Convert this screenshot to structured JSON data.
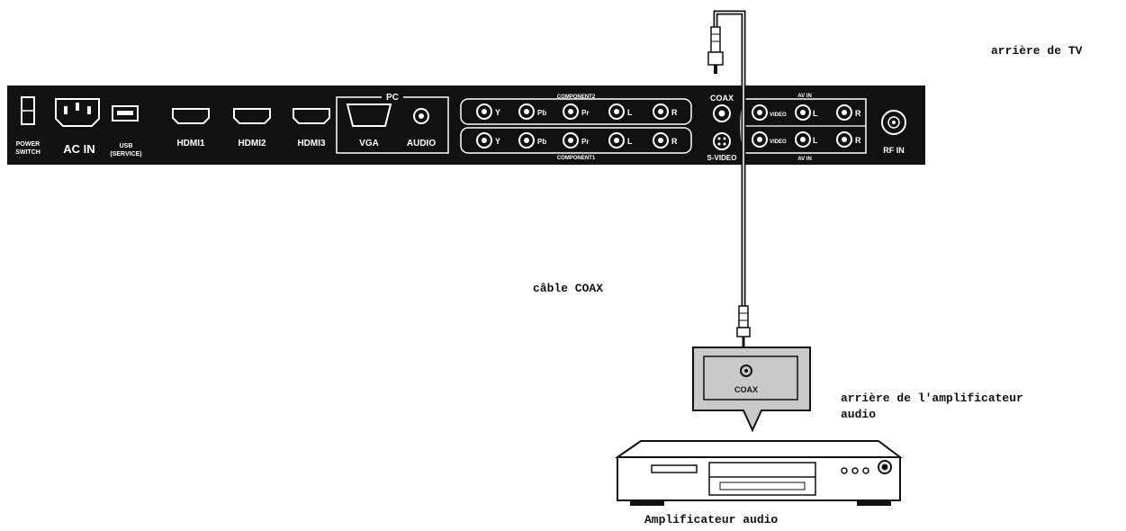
{
  "labels": {
    "tv_back": "arrière de TV",
    "cable": "câble COAX",
    "amp_back_line1": "arrière de l'amplificateur",
    "amp_back_line2": "audio",
    "amplifier": "Amplificateur audio"
  },
  "tv_panel": {
    "power_switch_line1": "POWER",
    "power_switch_line2": "SWITCH",
    "ac_in": "AC IN",
    "usb_line1": "USB",
    "usb_line2": "(SERVICE)",
    "hdmi1": "HDMI1",
    "hdmi2": "HDMI2",
    "hdmi3": "HDMI3",
    "pc": "PC",
    "vga": "VGA",
    "audio": "AUDIO",
    "component2": "COMPONENT2",
    "component1": "COMPONENT1",
    "y": "Y",
    "pb": "Pb",
    "pr": "Pr",
    "l": "L",
    "r": "R",
    "coax": "COAX",
    "svideo": "S-VIDEO",
    "av_in": "AV IN",
    "video": "VIDEO",
    "rf_in": "RF IN"
  },
  "amp_bubble": {
    "coax": "COAX"
  },
  "colors": {
    "panel": "#111111",
    "bubble": "#c9c9c9",
    "line": "#111111"
  }
}
